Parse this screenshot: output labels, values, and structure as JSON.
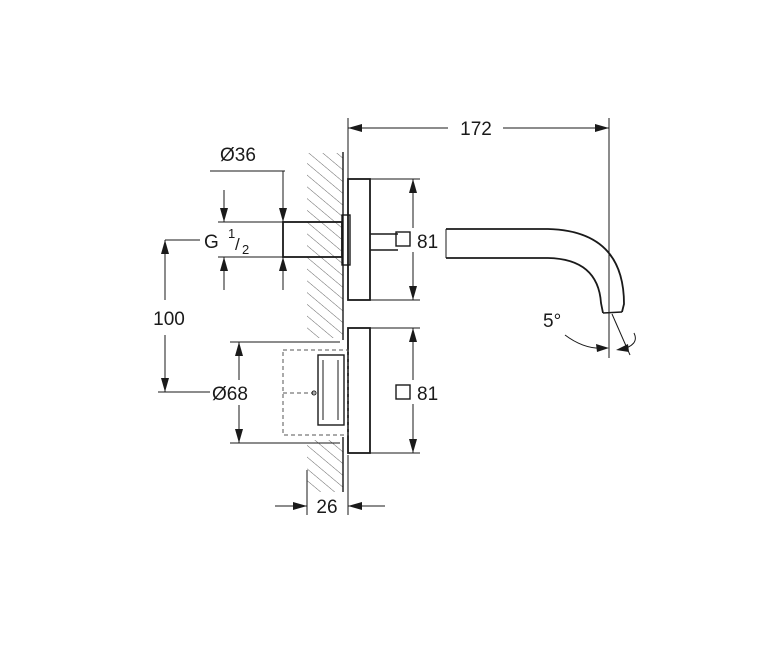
{
  "dimensions": {
    "spout_projection": "172",
    "pipe_diameter": "Ø36",
    "thread_g": "G",
    "thread_num": "1",
    "thread_den": "2",
    "spacing": "100",
    "box_diameter": "Ø68",
    "upper_plate_size": "81",
    "lower_plate_size": "81",
    "plate_depth": "26",
    "spout_angle": "5°"
  }
}
